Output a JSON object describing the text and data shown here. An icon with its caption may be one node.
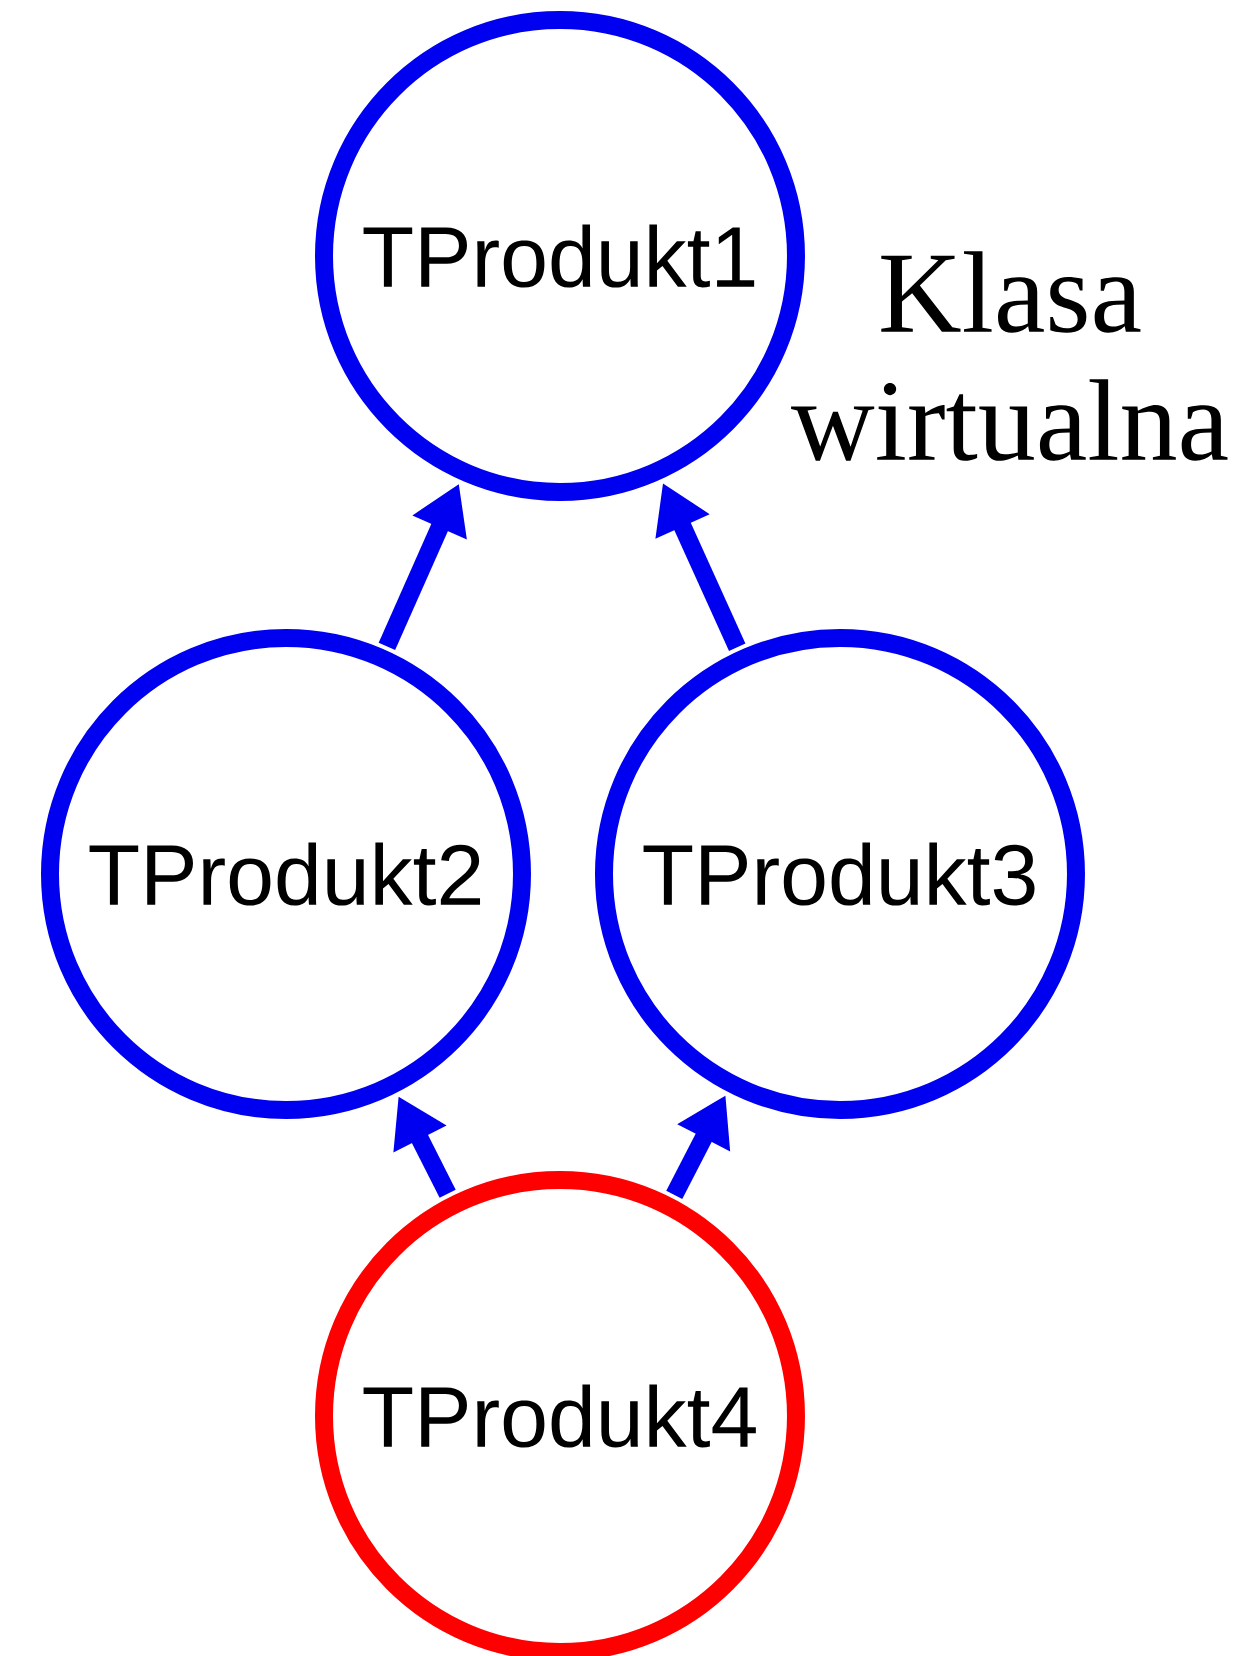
{
  "diagram": {
    "nodes": [
      {
        "text": [
          "TProdukt1"
        ],
        "beside": [
          "Klasa wirtualna"
        ]
      },
      {
        "text": [
          "TProdukt2"
        ]
      },
      {
        "text": [
          "TProdukt3"
        ]
      },
      {
        "text": [
          "TProdukt4"
        ]
      }
    ],
    "edges": [
      {
        "from": 1,
        "to": 0,
        "arrow": "to"
      },
      {
        "from": 2,
        "to": 0,
        "arrow": "to"
      },
      {
        "from": 3,
        "to": 1,
        "arrow": "to"
      },
      {
        "from": 3,
        "to": 2,
        "arrow": "to"
      }
    ]
  }
}
